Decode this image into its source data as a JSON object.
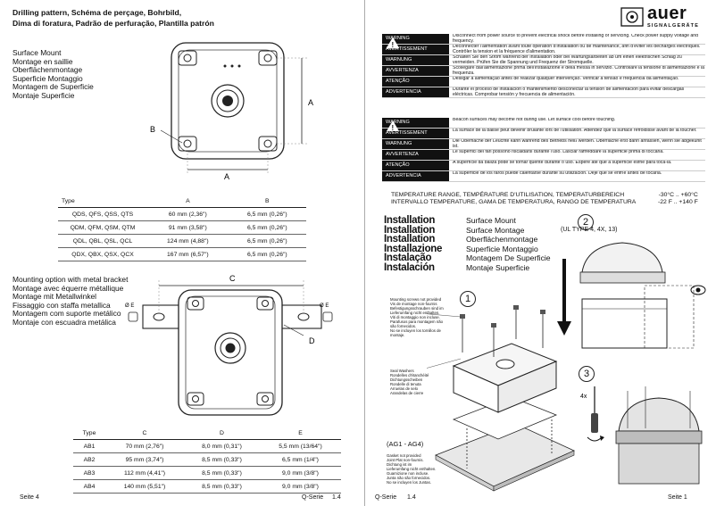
{
  "left": {
    "title": [
      "Drilling pattern, Schéma de perçage, Bohrbild,",
      "Dima di foratura, Padrão de perfuração, Plantilla patrón"
    ],
    "surface_mount": [
      "Surface Mount",
      "Montage en saillie",
      "Oberflächenmontage",
      "Superficie Montaggio",
      "Montagem de Superficie",
      "Montaje Superficie"
    ],
    "diagram1_labels": {
      "a": "A",
      "b": "B"
    },
    "table1": {
      "headers": [
        "Type",
        "A",
        "B"
      ],
      "rows": [
        [
          "QDS, QFS, QSS, QTS",
          "60 mm (2,36\")",
          "6,5 mm (0,26\")"
        ],
        [
          "QDM, QFM, QSM, QTM",
          "91 mm (3,58\")",
          "6,5 mm (0,26\")"
        ],
        [
          "QDL, QBL, QSL, QCL",
          "124 mm (4,88\")",
          "6,5 mm (0,26\")"
        ],
        [
          "QDX, QBX, QSX, QCX",
          "167 mm (6,57\")",
          "6,5 mm (0,26\")"
        ]
      ]
    },
    "bracket": [
      "Mounting option with metal bracket",
      "Montage avec équerre métallique",
      "Montage mit Metallwinkel",
      "Fissaggio con staffa metallica",
      "Montagem com suporte metálico",
      "Montaje con escuadra metálica"
    ],
    "diagram2_labels": {
      "c": "C",
      "d": "D",
      "e1": "Ø E",
      "e2": "Ø E"
    },
    "table2": {
      "headers": [
        "Type",
        "C",
        "D",
        "E"
      ],
      "rows": [
        [
          "AB1",
          "70 mm (2,76\")",
          "8,0 mm (0,31\")",
          "5,5 mm  (13/64\")"
        ],
        [
          "AB2",
          "95 mm (3,74\")",
          "8,5 mm (0,33\")",
          "6,5 mm (1/4\")"
        ],
        [
          "AB3",
          "112 mm (4,41\")",
          "8,5 mm (0,33\")",
          "9,0 mm (3/8\")"
        ],
        [
          "AB4",
          "140 mm (5,51\")",
          "8,5 mm (0,33\")",
          "9,0 mm (3/8\")"
        ]
      ]
    },
    "footer": {
      "page": "Seite 4",
      "series": "Q-Serie",
      "version": "1.4"
    }
  },
  "right": {
    "logo": {
      "word": "auer",
      "sub": "SIGNALGERÄTE"
    },
    "warnings1": [
      {
        "label": "WARNING",
        "text": "Disconnect from power source to prevent electrical shock before installing or servicing. Check power supply voltage and frequency."
      },
      {
        "label": "AVERTISSEMENT",
        "text": "Déconnecter l'alimentation avant toute opération d'installation ou de maintenance, afin d'éviter les décharges électriques. Contrôler la tension et la fréquence d'alimentation."
      },
      {
        "label": "WARNUNG",
        "text": "Schalten Sie den Strom während der Installation oder bei Wartungsarbeiten ab um einen elektrischen Schlag zu vermeiden. Prüfen Sie die Spannung und Frequenz der Stromquelle."
      },
      {
        "label": "AVVERTENZA",
        "text": "Scollegare dall'alimentazione prima dell'installazione e della messa in servizio. Controllare la tensione di alimentazione e la frequenza."
      },
      {
        "label": "ATENÇÃO",
        "text": "Desligar a alimentação antes de realizar qualquer intervenção. Verificar a tensão e frequência da alimentação."
      },
      {
        "label": "ADVERTENCIA",
        "text": "Durante el proceso de instalación o mantenimiento desconectar la tensión de alimentación para evitar descargas eléctricas. Comprobar tensión y frecuencia de alimentación."
      }
    ],
    "warnings2": [
      {
        "label": "WARNING",
        "text": "Beacon surfaces may become hot during use. Let surface cool before touching."
      },
      {
        "label": "AVERTISSEMENT",
        "text": "La surface de la balise peut devenir brûlante lors de l'utilisation. Attendez que la surface refroidisse avant de la toucher."
      },
      {
        "label": "WARNUNG",
        "text": "Die Oberfläche der Leuchte kann während des Betriebs heiß werden. Oberfläche erst dann anfassen, wenn sie abgekühlt ist."
      },
      {
        "label": "AVVERTENZA",
        "text": "Le superfici dei fari possono riscaldarsi durante l'uso. Lasciar raffreddare la superficie prima di toccarla."
      },
      {
        "label": "ATENÇÃO",
        "text": "A superfície da baliza pode se tornar quente durante o uso. Espere até que a superfície esfrie para tocá-la."
      },
      {
        "label": "ADVERTENCIA",
        "text": "La superficie de los faros puede calentarse durante su utilización. Deje que se enfríe antes de tocarla."
      }
    ],
    "temp": {
      "line1": "TEMPERATURE RANGE, TEMPÉRATURE D'UTILISATION, TEMPERATURBEREICH",
      "line2": "INTERVALLO TEMPERATURE,  GAMA DE TEMPERATURA, RANGO DE TEMPERATURA",
      "val1": "-30°C .. +60°C",
      "val2": "-22 F .. +140 F"
    },
    "installation": [
      "Installation",
      "Installation",
      "Installation",
      "Installazione",
      "Instalação",
      "Instalación"
    ],
    "installation_mount": [
      "Surface Mount",
      "Surface Montage",
      "Oberflächenmontage",
      "Superficie Montaggio",
      "Montagem De Superficie",
      "Montaje Superficie"
    ],
    "ul_type": "(UL TYPE 4, 4X, 13)",
    "steps": [
      "1",
      "2",
      "3"
    ],
    "note_screws": [
      "Mounting screws not provided",
      "Vis de montage non-fournis",
      "Befestigungsschrauben sind im",
      "Lieferumfang nicht enthalten.",
      "Viti di montaggio non incluse.",
      "Parafusos para montagem não",
      "são fornecidos.",
      "No se incluyen los tornillos de",
      "montaje."
    ],
    "note_washers": [
      "Seal Washers",
      "Rondelles d'étanchéité",
      "Dichtungsscheiben",
      "Rondelle di tenuta",
      "Arruelas de selo",
      "Arandelas de cierre"
    ],
    "ag_label": "(AG1 - AG4)",
    "note_gasket": [
      "Gasket not provided",
      "Joint Plat non-fournis.",
      "Dichtung ist im",
      "Lieferumfang nicht enthalten.",
      "Guarnizione non incluse.",
      "Junta não são fornecidos.",
      "No se incluyen los Juntas."
    ],
    "step3_label": "4x",
    "footer": {
      "series": "Q-Serie",
      "version": "1.4",
      "page": "Seite 1"
    }
  }
}
